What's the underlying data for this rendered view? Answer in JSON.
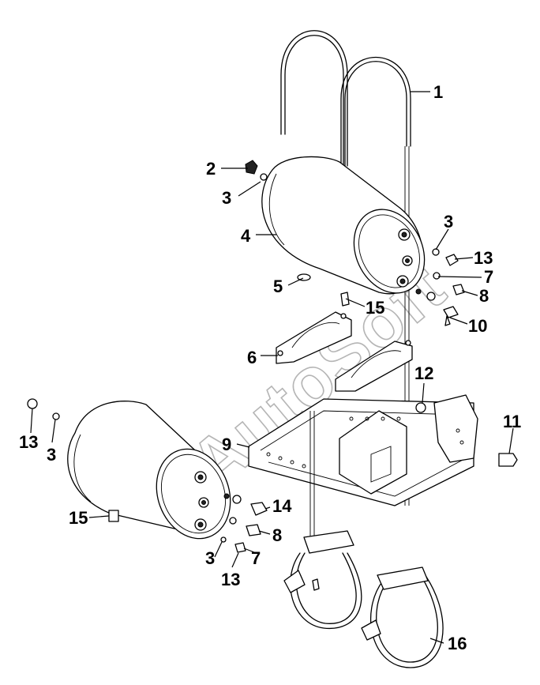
{
  "watermark": "AutoSoft",
  "callouts": [
    {
      "id": "c1",
      "label": "1"
    },
    {
      "id": "c2",
      "label": "2"
    },
    {
      "id": "c3a",
      "label": "3"
    },
    {
      "id": "c4",
      "label": "4"
    },
    {
      "id": "c3b",
      "label": "3"
    },
    {
      "id": "c13a",
      "label": "13"
    },
    {
      "id": "c7a",
      "label": "7"
    },
    {
      "id": "c8a",
      "label": "8"
    },
    {
      "id": "c5",
      "label": "5"
    },
    {
      "id": "c15a",
      "label": "15"
    },
    {
      "id": "c10",
      "label": "10"
    },
    {
      "id": "c6",
      "label": "6"
    },
    {
      "id": "c12",
      "label": "12"
    },
    {
      "id": "c11",
      "label": "11"
    },
    {
      "id": "c9",
      "label": "9"
    },
    {
      "id": "c13b",
      "label": "13"
    },
    {
      "id": "c3c",
      "label": "3"
    },
    {
      "id": "c14",
      "label": "14"
    },
    {
      "id": "c15b",
      "label": "15"
    },
    {
      "id": "c8b",
      "label": "8"
    },
    {
      "id": "c3d",
      "label": "3"
    },
    {
      "id": "c7b",
      "label": "7"
    },
    {
      "id": "c13c",
      "label": "13"
    },
    {
      "id": "c16",
      "label": "16"
    }
  ]
}
